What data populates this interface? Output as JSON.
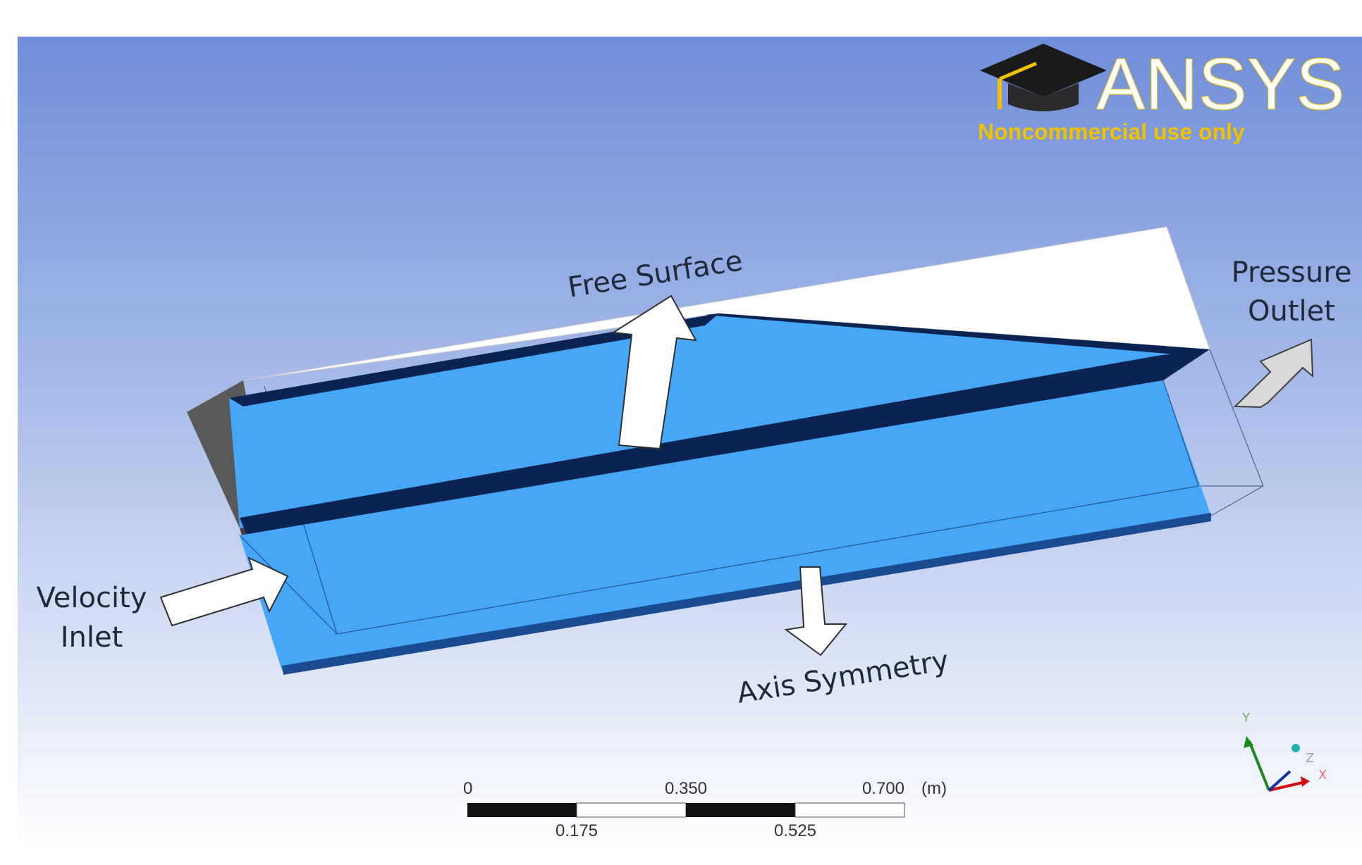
{
  "logo": {
    "brand": "ANSYS",
    "notice": "Noncommercial use only",
    "brand_color": "#ffffff",
    "accent_color": "#f2c200"
  },
  "labels": {
    "free_surface": "Free Surface",
    "pressure_outlet_line1": "Pressure",
    "pressure_outlet_line2": "Outlet",
    "velocity_inlet_line1": "Velocity",
    "velocity_inlet_line2": "Inlet",
    "axis_symmetry": "Axis Symmetry"
  },
  "scale_bar": {
    "unit": "(m)",
    "ticks_top": [
      "0",
      "0.350",
      "0.700"
    ],
    "ticks_bottom": [
      "0.175",
      "0.525"
    ]
  },
  "triad": {
    "x": "X",
    "y": "Y",
    "z": "Z"
  },
  "colors": {
    "background_top": "#6f8fdb",
    "background_bottom": "#ffffff",
    "fluid_face": "#46a6f7",
    "fluid_dark": "#0b2350",
    "inlet_wall": "#555555"
  }
}
